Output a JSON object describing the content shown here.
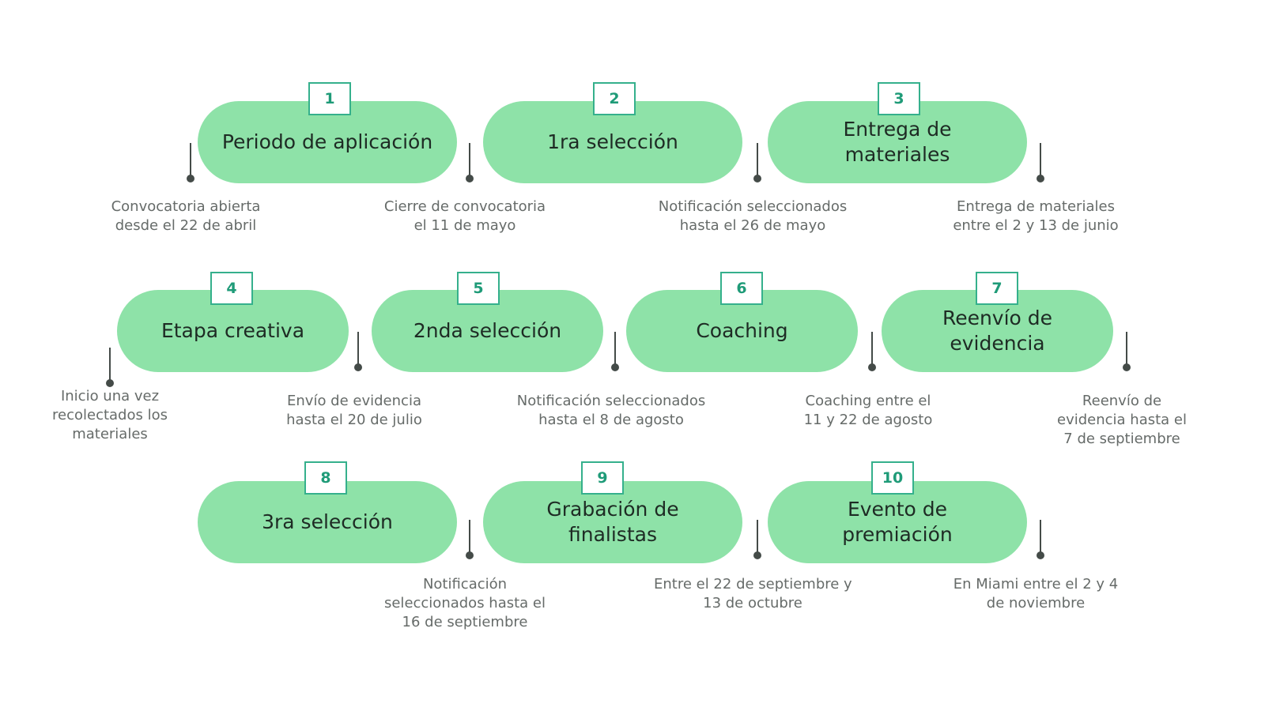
{
  "colors": {
    "pill_fill": "#8ee2a8",
    "number_border": "#35b08c",
    "number_text": "#1f9b78",
    "pin": "#444b48",
    "note_text": "#666b69"
  },
  "steps": [
    {
      "number": "1",
      "label": "Periodo de aplicación"
    },
    {
      "number": "2",
      "label": "1ra selección"
    },
    {
      "number": "3",
      "label": "Entrega de materiales"
    },
    {
      "number": "4",
      "label": "Etapa creativa"
    },
    {
      "number": "5",
      "label": "2nda selección"
    },
    {
      "number": "6",
      "label": "Coaching"
    },
    {
      "number": "7",
      "label": "Reenvío de evidencia"
    },
    {
      "number": "8",
      "label": "3ra selección"
    },
    {
      "number": "9",
      "label": "Grabación de finalistas"
    },
    {
      "number": "10",
      "label": "Evento de premiación"
    }
  ],
  "notes": [
    {
      "lines": [
        "Convocatoria abierta",
        "desde el 22 de abril"
      ]
    },
    {
      "lines": [
        "Cierre de convocatoria",
        "el 11 de mayo"
      ]
    },
    {
      "lines": [
        "Notificación seleccionados",
        "hasta el 26 de mayo"
      ]
    },
    {
      "lines": [
        "Entrega de materiales",
        "entre el  2 y 13 de junio"
      ]
    },
    {
      "lines": [
        "Inicio una vez",
        "recolectados los",
        "materiales"
      ]
    },
    {
      "lines": [
        "Envío de evidencia",
        "hasta el 20 de julio"
      ]
    },
    {
      "lines": [
        "Notificación seleccionados",
        "hasta el 8 de agosto"
      ]
    },
    {
      "lines": [
        "Coaching entre el",
        "11 y 22 de agosto"
      ]
    },
    {
      "lines": [
        "Reenvío de",
        "evidencia hasta el",
        "7 de septiembre"
      ]
    },
    {
      "lines": [
        "Notificación",
        "seleccionados hasta el",
        "16 de septiembre"
      ]
    },
    {
      "lines": [
        "Entre el 22 de septiembre y",
        "13 de octubre"
      ]
    },
    {
      "lines": [
        "En Miami entre el 2 y 4",
        "de noviembre"
      ]
    }
  ]
}
